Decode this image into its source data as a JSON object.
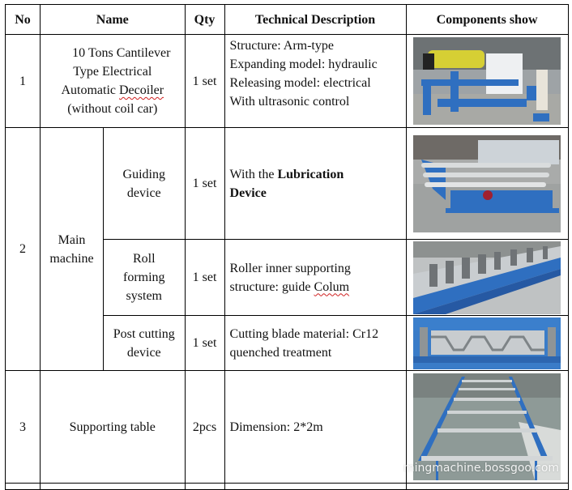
{
  "table": {
    "headers": {
      "no": "No",
      "name": "Name",
      "qty": "Qty",
      "desc": "Technical Description",
      "components": "Components show"
    },
    "rows": [
      {
        "no": "1",
        "name_lines": [
          "10 Tons Cantilever",
          "Type Electrical",
          "Automatic ",
          "Decoiler",
          "(without coil car)"
        ],
        "qty": "1 set",
        "desc_lines": [
          "Structure: Arm-type",
          "Expanding model: hydraulic",
          "Releasing model: electrical",
          "With ultrasonic control"
        ],
        "image": "decoiler-photo"
      },
      {
        "no": "2",
        "group_name": "Main machine",
        "sub": [
          {
            "name": "Guiding device",
            "qty": "1 set",
            "desc_prefix": "With the ",
            "desc_bold": "Lubrication Device",
            "image": "guiding-device-photo"
          },
          {
            "name": "Roll forming system",
            "qty": "1 set",
            "desc_line1": "Roller inner supporting",
            "desc_line2_prefix": "structure: guide ",
            "desc_line2_squig": "Colum",
            "image": "roll-forming-photo"
          },
          {
            "name": "Post cutting device",
            "qty": "1 set",
            "desc_lines": [
              "Cutting blade material: Cr12",
              "quenched treatment"
            ],
            "image": "post-cutting-photo"
          }
        ]
      },
      {
        "no": "3",
        "name": "Supporting table",
        "qty": "2pcs",
        "desc": "Dimension: 2*2m",
        "image": "supporting-table-photo"
      }
    ]
  },
  "watermark": "mingmachine.bossgoo.com"
}
